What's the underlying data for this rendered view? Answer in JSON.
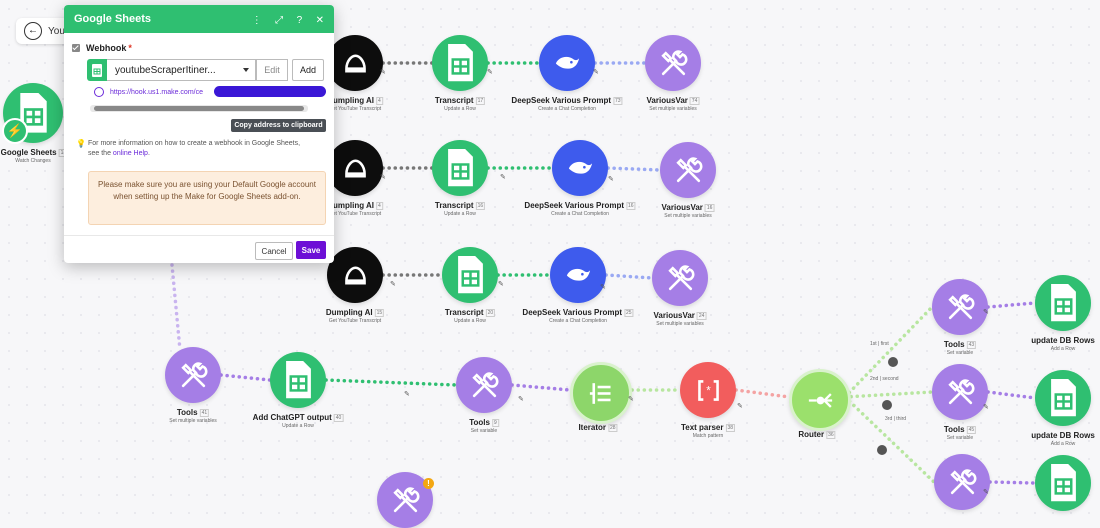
{
  "back_chip": {
    "label": "You"
  },
  "dialog": {
    "title": "Google Sheets",
    "icon_more": "⋮",
    "icon_expand": "⤢",
    "icon_help": "?",
    "icon_close": "✕",
    "field_label": "Webhook",
    "required_mark": "*",
    "selected_webhook": "youtubeScraperItiner...",
    "edit_label": "Edit",
    "add_label": "Add",
    "webhook_url": "https://hook.us1.make.com/ce",
    "copy_label": "Copy address to clipboard",
    "info_text": "For more information on how to create a webhook in Google Sheets, see the",
    "info_link": "online Help",
    "info_end": ".",
    "warning_text": "Please make sure you are using your Default Google account when setting up the Make for Google Sheets add-on.",
    "cancel_label": "Cancel",
    "save_label": "Save"
  },
  "nodes": [
    {
      "id": "gs-trigger",
      "label": "Google Sheets",
      "badge": "1",
      "sub": "Watch Changes",
      "kind": "sheets-trigger"
    },
    {
      "id": "dump1",
      "label": "Dumpling AI",
      "badge": "4",
      "sub": "Get YouTube Transcript",
      "kind": "dumpling"
    },
    {
      "id": "tr1",
      "label": "Transcript",
      "badge": "17",
      "sub": "Update a Row",
      "kind": "sheets"
    },
    {
      "id": "ds1",
      "label": "DeepSeek Various Prompt",
      "badge": "73",
      "sub": "Create a Chat Completion",
      "kind": "deepseek"
    },
    {
      "id": "vv1",
      "label": "VariousVar",
      "badge": "74",
      "sub": "Set multiple variables",
      "kind": "tools"
    },
    {
      "id": "dump2",
      "label": "Dumpling AI",
      "badge": "4",
      "sub": "Get YouTube Transcript",
      "kind": "dumpling"
    },
    {
      "id": "tr2",
      "label": "Transcript",
      "badge": "16",
      "sub": "Update a Row",
      "kind": "sheets"
    },
    {
      "id": "ds2",
      "label": "DeepSeek Various Prompt",
      "badge": "16",
      "sub": "Create a Chat Completion",
      "kind": "deepseek"
    },
    {
      "id": "vv2",
      "label": "VariousVar",
      "badge": "16",
      "sub": "Set multiple variables",
      "kind": "tools"
    },
    {
      "id": "dump3",
      "label": "Dumpling AI",
      "badge": "15",
      "sub": "Get YouTube Transcript",
      "kind": "dumpling"
    },
    {
      "id": "tr3",
      "label": "Transcript",
      "badge": "20",
      "sub": "Update a Row",
      "kind": "sheets"
    },
    {
      "id": "ds3",
      "label": "DeepSeek Various Prompt",
      "badge": "25",
      "sub": "Create a Chat Completion",
      "kind": "deepseek"
    },
    {
      "id": "vv3",
      "label": "VariousVar",
      "badge": "24",
      "sub": "Set multiple variables",
      "kind": "tools"
    },
    {
      "id": "tools1",
      "label": "Tools",
      "badge": "41",
      "sub": "Set multiple variables",
      "kind": "tools"
    },
    {
      "id": "addgpt",
      "label": "Add ChatGPT output",
      "badge": "40",
      "sub": "Update a Row",
      "kind": "sheets"
    },
    {
      "id": "tools2",
      "label": "Tools",
      "badge": "9",
      "sub": "Set variable",
      "kind": "tools"
    },
    {
      "id": "iter",
      "label": "Iterator",
      "badge": "28",
      "sub": "",
      "kind": "iterator"
    },
    {
      "id": "parser",
      "label": "Text parser",
      "badge": "38",
      "sub": "Match pattern",
      "kind": "parser"
    },
    {
      "id": "router",
      "label": "Router",
      "badge": "36",
      "sub": "",
      "kind": "router"
    },
    {
      "id": "tools3",
      "label": "Tools",
      "badge": "43",
      "sub": "Set variable",
      "kind": "tools"
    },
    {
      "id": "udb1",
      "label": "update DB Rows",
      "badge": "",
      "sub": "Add a Row",
      "kind": "sheets"
    },
    {
      "id": "tools4",
      "label": "Tools",
      "badge": "45",
      "sub": "Set variable",
      "kind": "tools"
    },
    {
      "id": "udb2",
      "label": "update DB Rows",
      "badge": "",
      "sub": "Add a Row",
      "kind": "sheets"
    },
    {
      "id": "tools5",
      "label": "",
      "badge": "",
      "sub": "",
      "kind": "tools"
    },
    {
      "id": "udb3",
      "label": "",
      "badge": "",
      "sub": "",
      "kind": "sheets"
    },
    {
      "id": "tools6",
      "label": "",
      "badge": "",
      "sub": "",
      "kind": "tools"
    }
  ],
  "route_labels": [
    "1st",
    "first",
    "2nd",
    "second",
    "3rd",
    "third"
  ],
  "colors": {
    "green": "#2fbf71",
    "purple": "#a57ee6",
    "deepseek": "#3e5bed",
    "dumpling": "#0d0d0d",
    "iterator": "#8dd66a",
    "parser": "#f25d5d",
    "router": "#9be06c",
    "save": "#6d0fd6"
  }
}
